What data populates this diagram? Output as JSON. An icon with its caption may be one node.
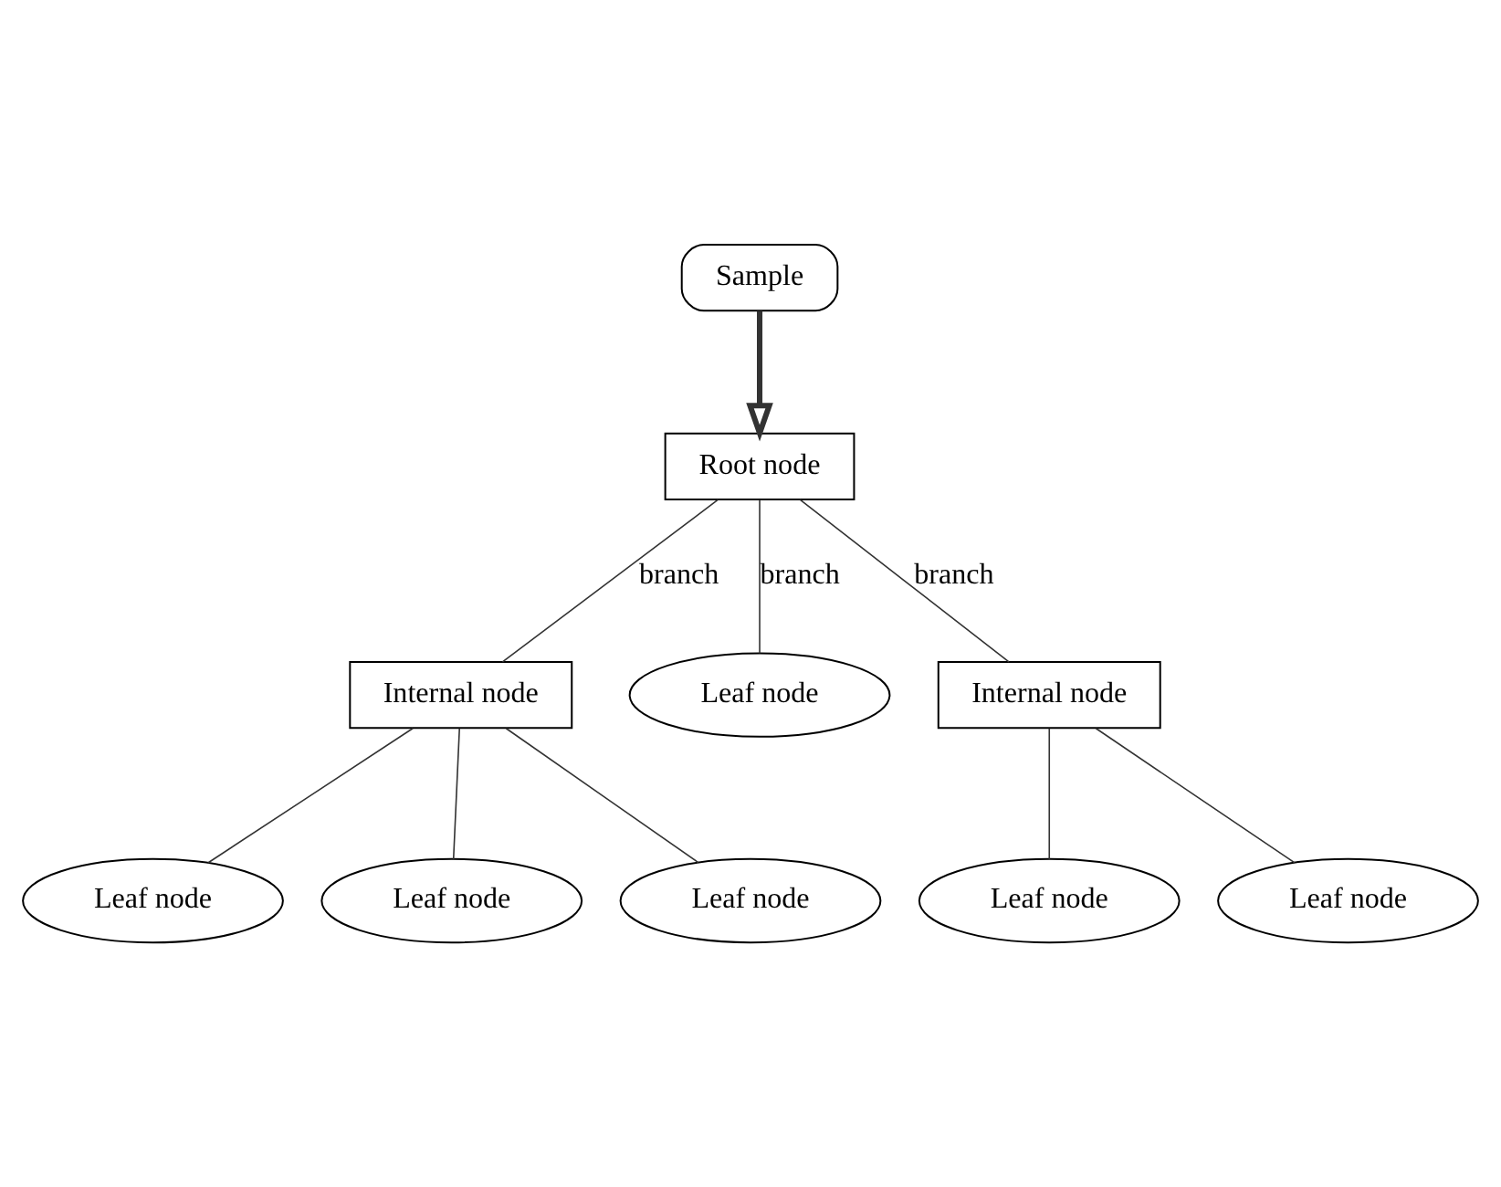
{
  "diagram": {
    "nodes": [
      {
        "text": [
          "Sample"
        ]
      },
      {
        "text": [
          "Root node"
        ]
      },
      {
        "text": [
          "Internal node"
        ]
      },
      {
        "text": [
          "Leaf node"
        ]
      },
      {
        "text": [
          "Internal node"
        ]
      },
      {
        "text": [
          "Leaf node"
        ]
      },
      {
        "text": [
          "Leaf node"
        ]
      },
      {
        "text": [
          "Leaf node"
        ]
      },
      {
        "text": [
          "Leaf node"
        ]
      },
      {
        "text": [
          "Leaf node"
        ]
      }
    ],
    "edges": [
      {
        "from": 0,
        "to": 1,
        "arrow": "to",
        "style": "thick"
      },
      {
        "from": 1,
        "to": 2,
        "arrow": "none",
        "label": "branch"
      },
      {
        "from": 1,
        "to": 3,
        "arrow": "none",
        "label": "branch"
      },
      {
        "from": 1,
        "to": 4,
        "arrow": "none",
        "label": "branch"
      },
      {
        "from": 2,
        "to": 5,
        "arrow": "none"
      },
      {
        "from": 2,
        "to": 6,
        "arrow": "none"
      },
      {
        "from": 2,
        "to": 7,
        "arrow": "none"
      },
      {
        "from": 4,
        "to": 8,
        "arrow": "none"
      },
      {
        "from": 4,
        "to": 9,
        "arrow": "none"
      }
    ]
  }
}
